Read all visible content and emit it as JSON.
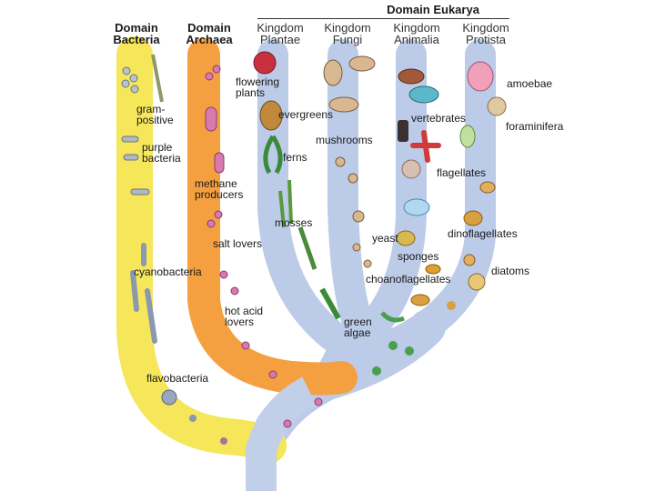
{
  "headers": {
    "domain_eukarya": "Domain Eukarya",
    "domain_bacteria": [
      "Domain",
      "Bacteria"
    ],
    "domain_archaea": [
      "Domain",
      "Archaea"
    ],
    "kingdom_plantae": [
      "Kingdom",
      "Plantae"
    ],
    "kingdom_fungi": [
      "Kingdom",
      "Fungi"
    ],
    "kingdom_animalia": [
      "Kingdom",
      "Animalia"
    ],
    "kingdom_protista": [
      "Kingdom",
      "Protista"
    ]
  },
  "labels": {
    "gram_positive": [
      "gram-",
      "positive"
    ],
    "purple_bacteria": [
      "purple",
      "bacteria"
    ],
    "cyanobacteria": "cyanobacteria",
    "flavobacteria": "flavobacteria",
    "methane_producers": [
      "methane",
      "producers"
    ],
    "salt_lovers": "salt lovers",
    "hot_acid_lovers": [
      "hot acid",
      "lovers"
    ],
    "flowering_plants": [
      "flowering",
      "plants"
    ],
    "evergreens": "evergreens",
    "ferns": "ferns",
    "mosses": "mosses",
    "green_algae": [
      "green",
      "algae"
    ],
    "mushrooms": "mushrooms",
    "yeast": "yeast",
    "vertebrates": "vertebrates",
    "sponges": "sponges",
    "choanoflagellates": "choanoflagellates",
    "amoebae": "amoebae",
    "foraminifera": "foraminifera",
    "flagellates": "flagellates",
    "dinoflagellates": "dinoflagellates",
    "diatoms": "diatoms"
  },
  "colors": {
    "bacteria": "#f5e65a",
    "archaea": "#f5a040",
    "eukarya": "#bccbe8",
    "trunk": "#c2cfe8"
  }
}
